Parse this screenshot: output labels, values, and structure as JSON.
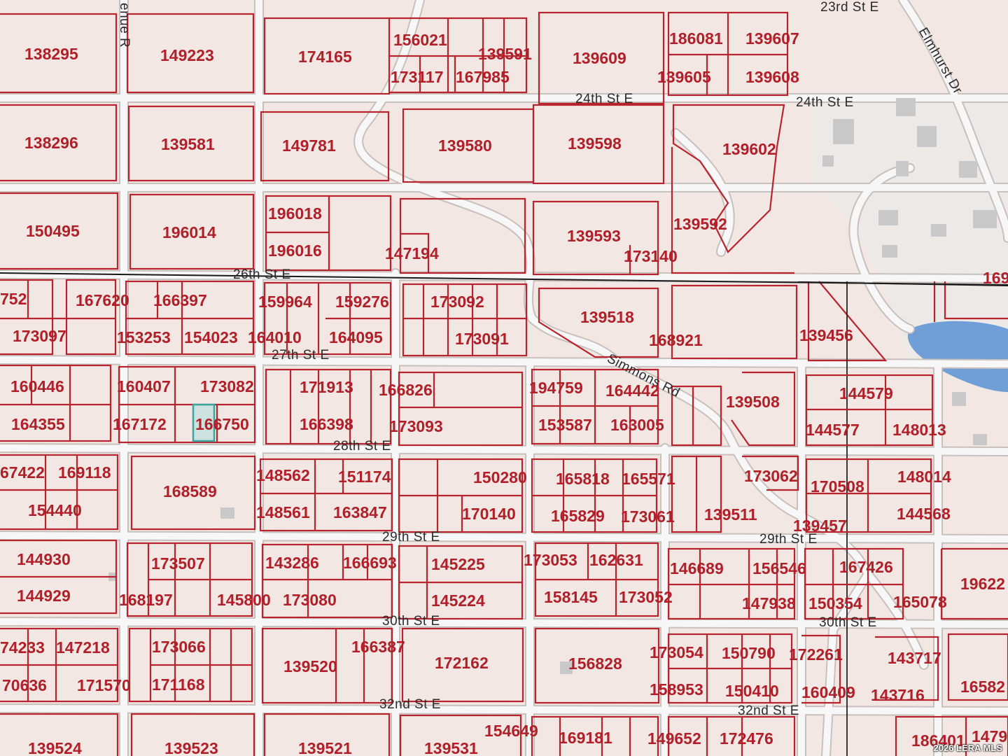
{
  "map": {
    "streets": {
      "st23": "23rd St E",
      "st24a": "24th St E",
      "st24b": "24th St E",
      "st26": "26th St E",
      "st27": "27th St E",
      "st28": "28th St E",
      "st29a": "29th St E",
      "st29b": "29th St E",
      "st30a": "30th St E",
      "st30b": "30th St E",
      "st32a": "32nd St E",
      "st32b": "32nd St E",
      "avenue": "enue R",
      "elmhurst": "Elmhurst Dr",
      "simmons": "Simmons Rd"
    },
    "parcels": {
      "p138295": "138295",
      "p149223": "149223",
      "p174165": "174165",
      "p156021": "156021",
      "p139591": "139591",
      "p173117": "173117",
      "p167985": "167985",
      "p139609": "139609",
      "p186081": "186081",
      "p139607": "139607",
      "p139605": "139605",
      "p139608": "139608",
      "p138296": "138296",
      "p139581": "139581",
      "p149781": "149781",
      "p139580": "139580",
      "p139598": "139598",
      "p139602": "139602",
      "p150495": "150495",
      "p196014": "196014",
      "p196018": "196018",
      "p196016": "196016",
      "p147194": "147194",
      "p139593": "139593",
      "p139592": "139592",
      "p173140": "173140",
      "p752": "752",
      "p167620": "167620",
      "p166397": "166397",
      "p159964": "159964",
      "p159276": "159276",
      "p173092": "173092",
      "p169": "169",
      "p173097": "173097",
      "p153253": "153253",
      "p154023": "154023",
      "p164010": "164010",
      "p164095": "164095",
      "p173091": "173091",
      "p139518": "139518",
      "p168921": "168921",
      "p139456": "139456",
      "p160446": "160446",
      "p160407": "160407",
      "p173082": "173082",
      "p171913": "171913",
      "p166826": "166826",
      "p194759": "194759",
      "p164442": "164442",
      "p139508": "139508",
      "p144579": "144579",
      "p164355": "164355",
      "p167172": "167172",
      "p166750": "166750",
      "p166398": "166398",
      "p173093": "173093",
      "p153587": "153587",
      "p163005": "163005",
      "p144577": "144577",
      "p148013": "148013",
      "p67422": "67422",
      "p169118": "169118",
      "p168589": "168589",
      "p148562": "148562",
      "p151174": "151174",
      "p150280": "150280",
      "p165818": "165818",
      "p165571": "165571",
      "p173062": "173062",
      "p170508": "170508",
      "p148014": "148014",
      "p154440": "154440",
      "p148561": "148561",
      "p163847": "163847",
      "p170140": "170140",
      "p165829": "165829",
      "p173061": "173061",
      "p139511": "139511",
      "p139457": "139457",
      "p144568": "144568",
      "p144930": "144930",
      "p173507": "173507",
      "p143286": "143286",
      "p166693": "166693",
      "p145225": "145225",
      "p173053": "173053",
      "p162631": "162631",
      "p146689": "146689",
      "p156546": "156546",
      "p167426": "167426",
      "p19622": "19622",
      "p144929": "144929",
      "p168197": "168197",
      "p145800": "145800",
      "p173080": "173080",
      "p145224": "145224",
      "p158145": "158145",
      "p173052": "173052",
      "p147938": "147938",
      "p150354": "150354",
      "p165078": "165078",
      "p74233": "74233",
      "p147218": "147218",
      "p173066": "173066",
      "p166387": "166387",
      "p139520": "139520",
      "p172162": "172162",
      "p156828": "156828",
      "p173054": "173054",
      "p150790": "150790",
      "p172261": "172261",
      "p143717": "143717",
      "p70636": "70636",
      "p171570": "171570",
      "p171168": "171168",
      "p158953": "158953",
      "p150410": "150410",
      "p160409": "160409",
      "p143716": "143716",
      "p16582": "16582",
      "p139524": "139524",
      "p139523": "139523",
      "p139521": "139521",
      "p139531": "139531",
      "p154649": "154649",
      "p169181": "169181",
      "p149652": "149652",
      "p172476": "172476",
      "p186401": "186401",
      "p1479": "1479"
    },
    "watermark": "2026 LERA MLS",
    "colors": {
      "background": "#f3e7e3",
      "parcel_line": "#b8242e",
      "label": "#b0202a",
      "water": "#6f9fd6",
      "selected": "#3aa6a0"
    }
  }
}
